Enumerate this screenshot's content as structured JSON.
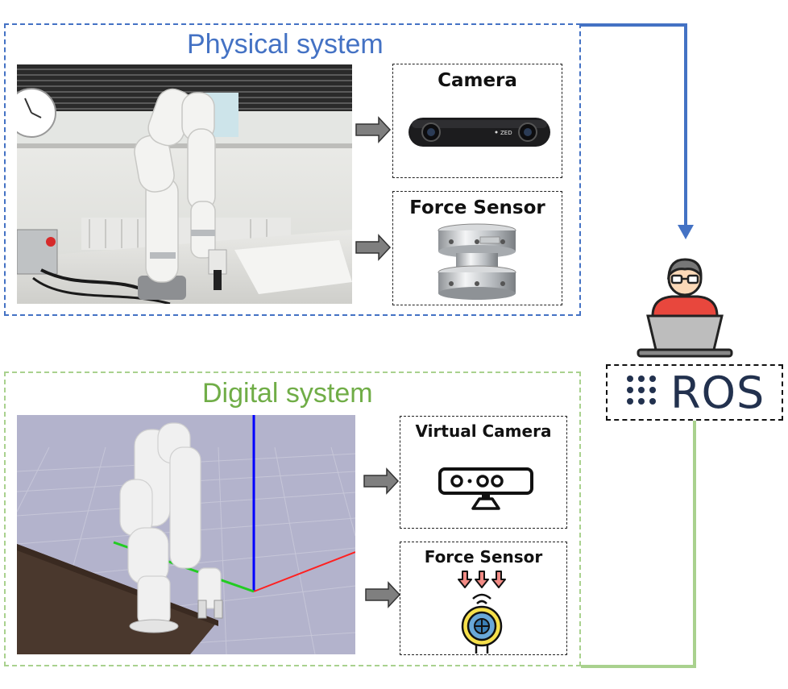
{
  "physical": {
    "title": "Physical system",
    "devices": [
      {
        "label": "Camera",
        "brand": "ZED"
      },
      {
        "label": "Force Sensor"
      }
    ]
  },
  "digital": {
    "title": "Digital system",
    "devices": [
      {
        "label": "Virtual Camera"
      },
      {
        "label": "Force Sensor"
      }
    ]
  },
  "ros": {
    "label": "ROS"
  },
  "colors": {
    "physical": "#4472C4",
    "digital": "#A9D18E",
    "digital_title": "#70AD47",
    "ros_text": "#22314E",
    "arrow_gray": "#7F7F7F"
  },
  "icons": [
    "camera-photo",
    "force-sensor-photo",
    "virtual-camera-icon",
    "force-sensor-icon",
    "user-laptop-icon",
    "ros-logo-icon"
  ]
}
